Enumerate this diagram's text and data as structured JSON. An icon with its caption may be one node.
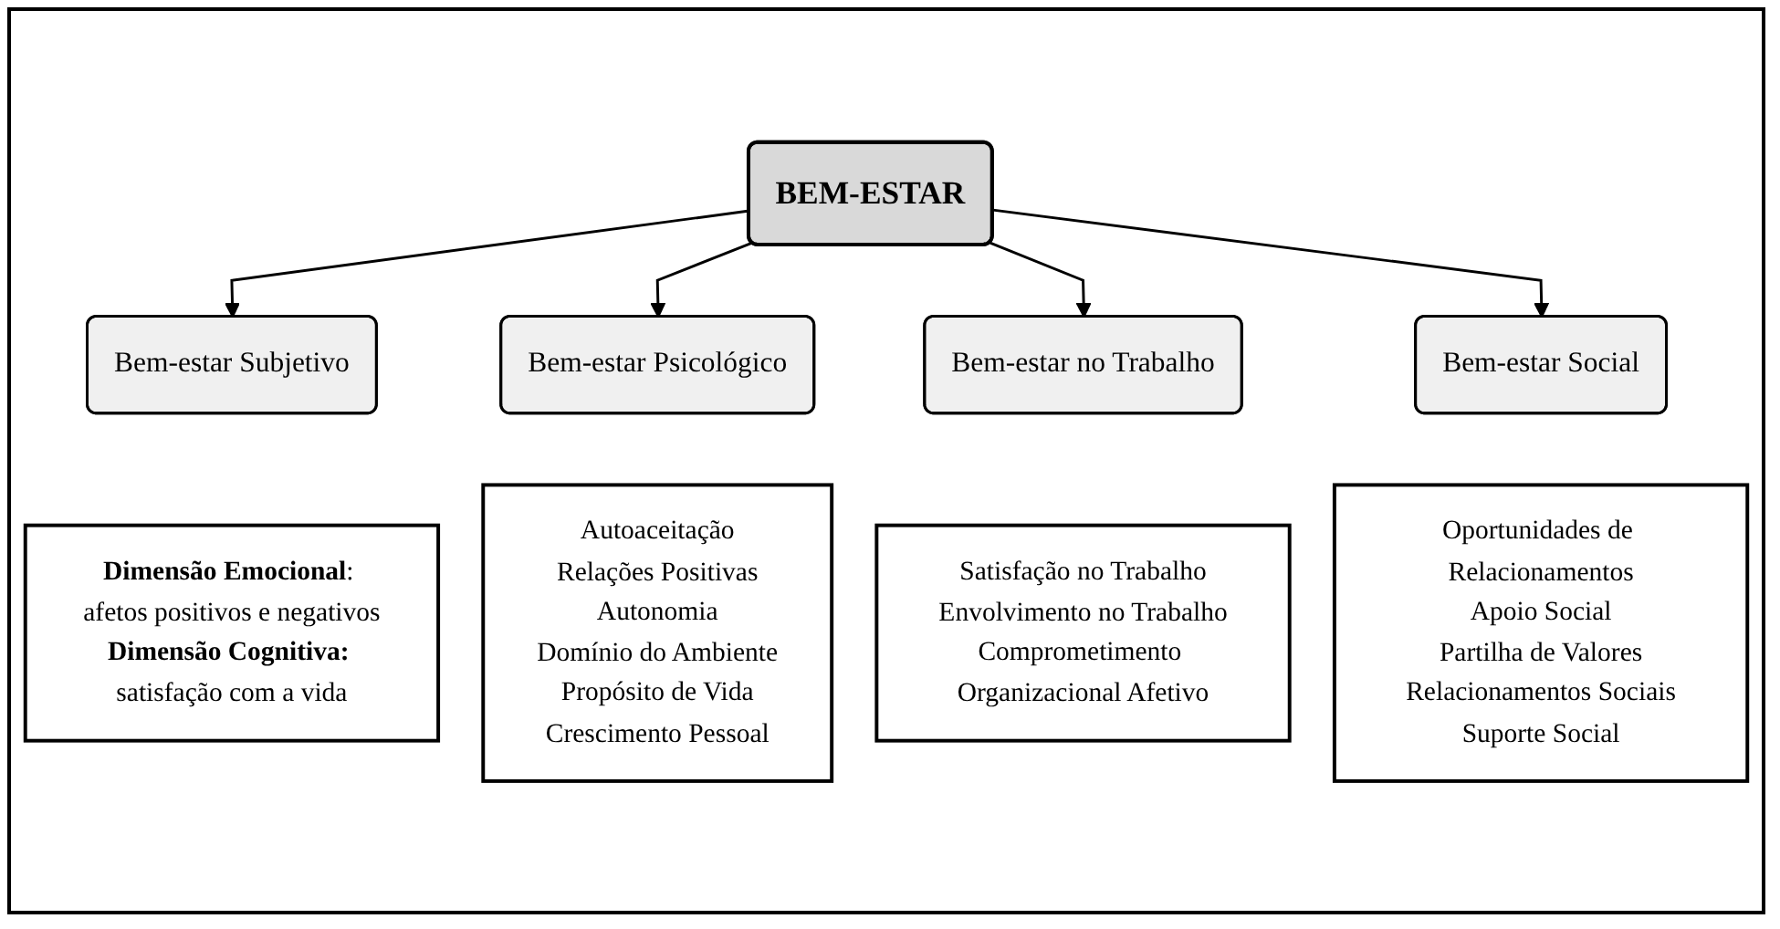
{
  "diagram": {
    "nodes": [
      {
        "text": [
          "BEM-ESTAR"
        ]
      },
      {
        "text": [
          "Bem-estar Subjetivo"
        ]
      },
      {
        "text": [
          "Bem-estar Psicológico"
        ]
      },
      {
        "text": [
          "Bem-estar no Trabalho"
        ]
      },
      {
        "text": [
          "Bem-estar Social"
        ]
      },
      {
        "text": [
          "**Dimensão Emocional**: afetos positivos e negativos",
          "**Dimensão Cognitiva:** satisfação com a vida"
        ]
      },
      {
        "text": [
          "Autoaceitação",
          "Relações Positivas",
          "Autonomia",
          "Domínio do Ambiente",
          "Propósito de Vida",
          "Crescimento Pessoal"
        ]
      },
      {
        "text": [
          "Satisfação no Trabalho",
          "Envolvimento no Trabalho",
          "Comprometimento Organizacional Afetivo"
        ]
      },
      {
        "text": [
          "Oportunidades de Relacionamentos",
          "Apoio Social",
          "Partilha de Valores",
          "Relacionamentos Sociais",
          "Suporte Social"
        ]
      }
    ],
    "edges": [
      {
        "from": 0,
        "to": 1,
        "arrow": "to"
      },
      {
        "from": 0,
        "to": 2,
        "arrow": "to"
      },
      {
        "from": 0,
        "to": 3,
        "arrow": "to"
      },
      {
        "from": 0,
        "to": 4,
        "arrow": "to"
      }
    ]
  }
}
